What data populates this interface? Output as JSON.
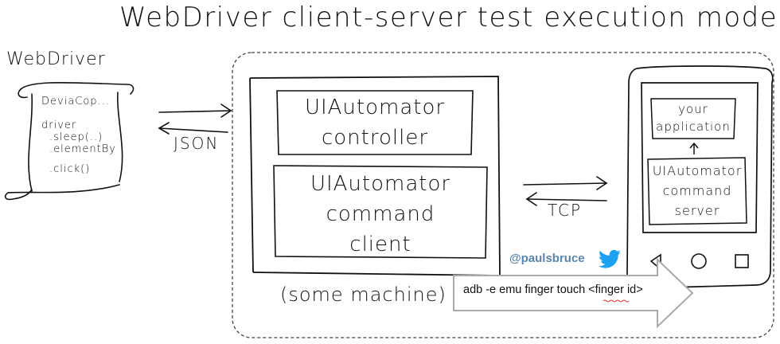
{
  "title": "WebDriver client-server test execution model",
  "webdriver_label": "WebDriver",
  "scroll_lines": [
    "DeviaCop...",
    "driver",
    ".sleep(..)",
    ".elementBy",
    ".click()"
  ],
  "json_label": "JSON",
  "tcp_label": "TCP",
  "controller_lines": [
    "UIAutomator",
    "controller"
  ],
  "client_lines": [
    "UIAutomator",
    "command",
    "client"
  ],
  "machine_label": "(some machine)",
  "app_lines": [
    "your",
    "application"
  ],
  "server_lines": [
    "UIAutomator",
    "command",
    "server"
  ],
  "twitter_handle": "@paulsbruce",
  "command_text": "adb -e emu finger touch <finger id>",
  "colors": {
    "twitter": "#1da1f2",
    "handle": "#5a86ad",
    "arrow_fill": "#ffffff",
    "arrow_stroke": "#aaaaaa"
  },
  "icons": [
    "twitter-bird-icon",
    "back-triangle-icon",
    "home-circle-icon",
    "recent-square-icon",
    "up-arrow-icon"
  ]
}
